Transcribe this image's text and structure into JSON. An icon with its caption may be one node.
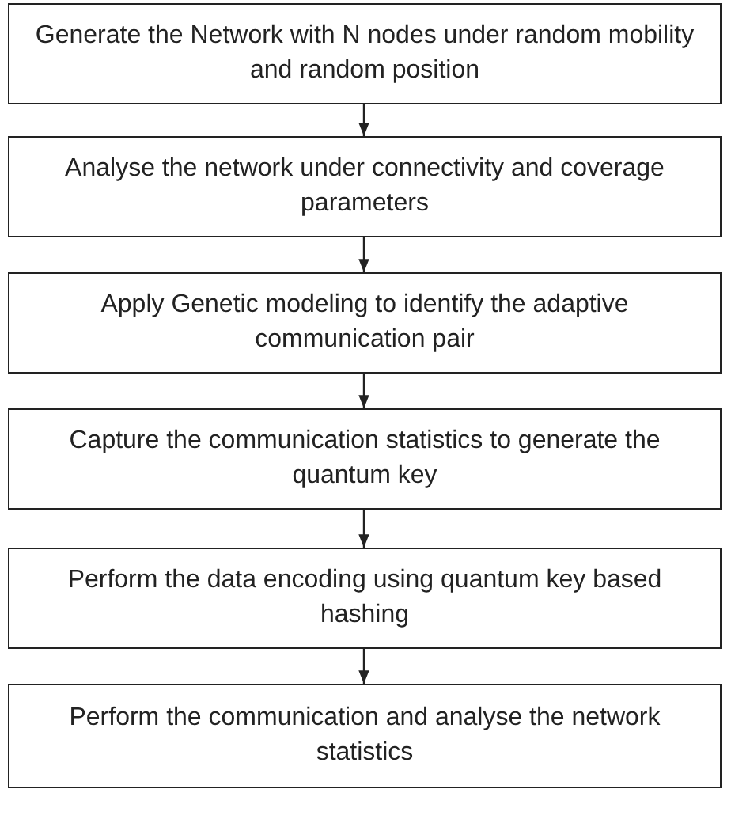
{
  "diagram": {
    "nodes": [
      {
        "text": [
          "Generate the Network with N nodes under random mobility and random position"
        ]
      },
      {
        "text": [
          "Analyse the network under connectivity and coverage parameters"
        ]
      },
      {
        "text": [
          "Apply Genetic modeling to identify the adaptive communication pair"
        ]
      },
      {
        "text": [
          "Capture the communication statistics to generate the quantum key"
        ]
      },
      {
        "text": [
          "Perform the data encoding using quantum key based hashing"
        ]
      },
      {
        "text": [
          "Perform the communication and analyse the network statistics"
        ]
      }
    ],
    "edges": [
      {
        "from": 0,
        "to": 1,
        "arrow": "to"
      },
      {
        "from": 1,
        "to": 2,
        "arrow": "to"
      },
      {
        "from": 2,
        "to": 3,
        "arrow": "to"
      },
      {
        "from": 3,
        "to": 4,
        "arrow": "to"
      },
      {
        "from": 4,
        "to": 5,
        "arrow": "to"
      }
    ]
  }
}
